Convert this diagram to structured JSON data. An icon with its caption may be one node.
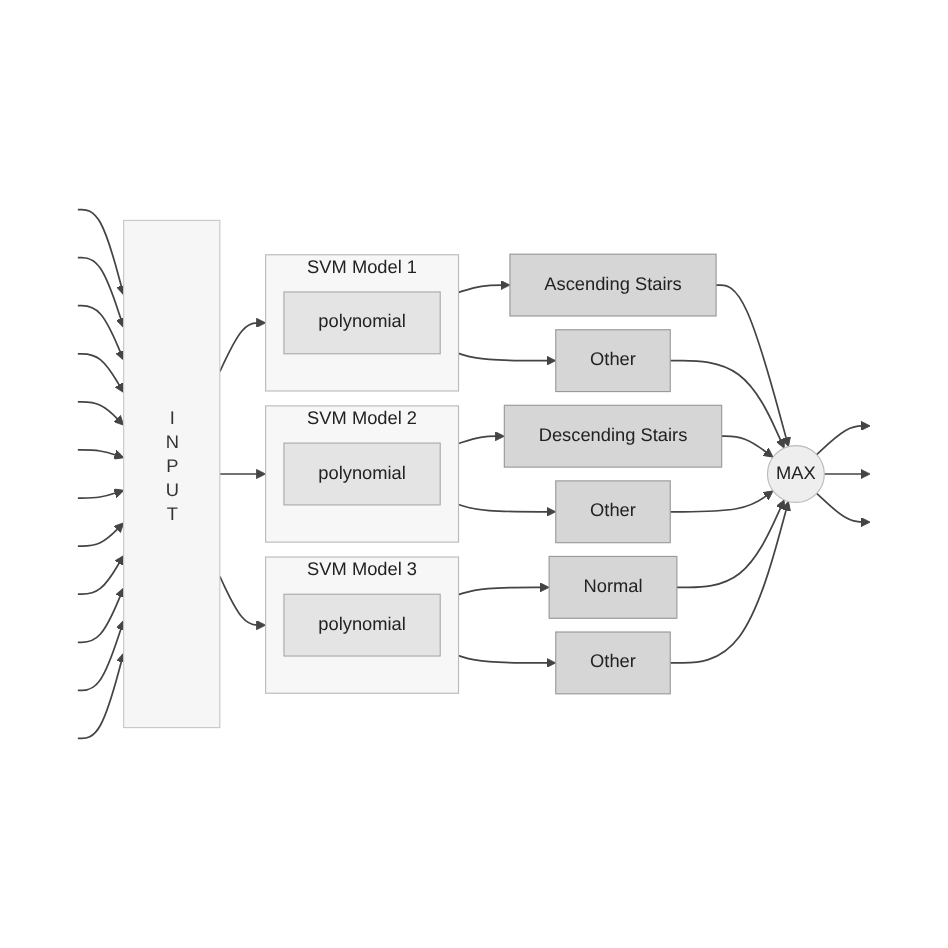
{
  "diagram": {
    "nodes": [
      {
        "text": [
          "INPUT"
        ]
      },
      {
        "text": [
          "SVM Model 1"
        ]
      },
      {
        "text": [
          "polynomial"
        ],
        "in": 1
      },
      {
        "text": [
          "Ascending Stairs"
        ]
      },
      {
        "text": [
          "Other"
        ]
      },
      {
        "text": [
          "SVM Model 2"
        ]
      },
      {
        "text": [
          "polynomial"
        ],
        "in": 5
      },
      {
        "text": [
          "Descending Stairs"
        ]
      },
      {
        "text": [
          "Other"
        ]
      },
      {
        "text": [
          "SVM Model 3"
        ]
      },
      {
        "text": [
          "polynomial"
        ],
        "in": 9
      },
      {
        "text": [
          "Normal"
        ]
      },
      {
        "text": [
          "Other"
        ]
      },
      {
        "text": [
          "MAX"
        ]
      }
    ],
    "edges": [
      {
        "from": null,
        "to": 0,
        "arrow": "to"
      },
      {
        "from": null,
        "to": 0,
        "arrow": "to"
      },
      {
        "from": null,
        "to": 0,
        "arrow": "to"
      },
      {
        "from": null,
        "to": 0,
        "arrow": "to"
      },
      {
        "from": null,
        "to": 0,
        "arrow": "to"
      },
      {
        "from": null,
        "to": 0,
        "arrow": "to"
      },
      {
        "from": null,
        "to": 0,
        "arrow": "to"
      },
      {
        "from": null,
        "to": 0,
        "arrow": "to"
      },
      {
        "from": null,
        "to": 0,
        "arrow": "to"
      },
      {
        "from": null,
        "to": 0,
        "arrow": "to"
      },
      {
        "from": null,
        "to": 0,
        "arrow": "to"
      },
      {
        "from": null,
        "to": 0,
        "arrow": "to"
      },
      {
        "from": 0,
        "to": 1,
        "arrow": "to"
      },
      {
        "from": 0,
        "to": 5,
        "arrow": "to"
      },
      {
        "from": 0,
        "to": 9,
        "arrow": "to"
      },
      {
        "from": 1,
        "to": 3,
        "arrow": "to"
      },
      {
        "from": 1,
        "to": 4,
        "arrow": "to"
      },
      {
        "from": 5,
        "to": 7,
        "arrow": "to"
      },
      {
        "from": 5,
        "to": 8,
        "arrow": "to"
      },
      {
        "from": 9,
        "to": 11,
        "arrow": "to"
      },
      {
        "from": 9,
        "to": 12,
        "arrow": "to"
      },
      {
        "from": 3,
        "to": 13,
        "arrow": "to"
      },
      {
        "from": 4,
        "to": 13,
        "arrow": "to"
      },
      {
        "from": 7,
        "to": 13,
        "arrow": "to"
      },
      {
        "from": 8,
        "to": 13,
        "arrow": "to"
      },
      {
        "from": 11,
        "to": 13,
        "arrow": "to"
      },
      {
        "from": 12,
        "to": 13,
        "arrow": "to"
      },
      {
        "from": 13,
        "to": null,
        "arrow": "to"
      },
      {
        "from": 13,
        "to": null,
        "arrow": "to"
      },
      {
        "from": 13,
        "to": null,
        "arrow": "to"
      }
    ]
  }
}
